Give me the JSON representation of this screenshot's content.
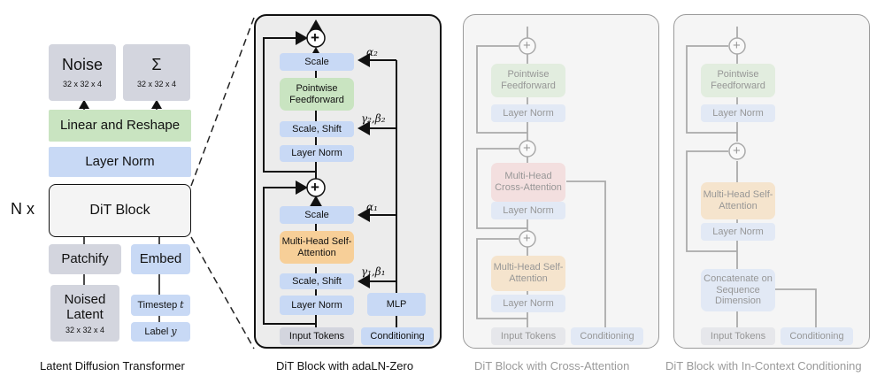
{
  "left": {
    "caption": "Latent Diffusion Transformer",
    "noise": {
      "title": "Noise",
      "dim": "32 x 32 x 4"
    },
    "sigma": {
      "title": "Σ",
      "dim": "32 x 32 x 4"
    },
    "linear": "Linear and Reshape",
    "layer_norm": "Layer Norm",
    "repeat": "N x",
    "dit_block": "DiT Block",
    "patchify": "Patchify",
    "embed": "Embed",
    "noised_latent": {
      "title": "Noised Latent",
      "dim": "32 x 32 x 4"
    },
    "timestep": "Timestep",
    "timestep_var": "t",
    "label": "Label",
    "label_var": "y"
  },
  "adaln": {
    "caption": "DiT Block with adaLN-Zero",
    "scale_top": "Scale",
    "feedforward": "Pointwise Feedforward",
    "scale_shift_top": "Scale, Shift",
    "layer_norm_top": "Layer Norm",
    "scale_bottom": "Scale",
    "attention": "Multi-Head Self-Attention",
    "scale_shift_bottom": "Scale, Shift",
    "layer_norm_bottom": "Layer Norm",
    "mlp": "MLP",
    "input_tokens": "Input Tokens",
    "conditioning": "Conditioning",
    "plus": "+",
    "alpha2": "α₂",
    "gamma2_beta2": "γ₂,β₂",
    "alpha1": "α₁",
    "gamma1_beta1": "γ₁,β₁"
  },
  "cross": {
    "caption": "DiT Block with Cross-Attention",
    "feedforward": "Pointwise Feedforward",
    "layer_norm_1": "Layer Norm",
    "cross_attention": "Multi-Head Cross-Attention",
    "layer_norm_2": "Layer Norm",
    "self_attention": "Multi-Head Self-Attention",
    "layer_norm_3": "Layer Norm",
    "input_tokens": "Input Tokens",
    "conditioning": "Conditioning",
    "plus": "+"
  },
  "incontext": {
    "caption": "DiT Block with In-Context Conditioning",
    "feedforward": "Pointwise Feedforward",
    "layer_norm_1": "Layer Norm",
    "self_attention": "Multi-Head Self-Attention",
    "layer_norm_2": "Layer Norm",
    "concatenate": "Concatenate on Sequence Dimension",
    "input_tokens": "Input Tokens",
    "conditioning": "Conditioning",
    "plus": "+"
  },
  "colors": {
    "gray": "#d3d5de",
    "blue": "#c8d9f5",
    "green": "#c9e4c1",
    "orange": "#f7cf98",
    "pink": "#f2c3c3",
    "panel_dark": "#ececec",
    "panel_light": "#f5f5f5"
  }
}
